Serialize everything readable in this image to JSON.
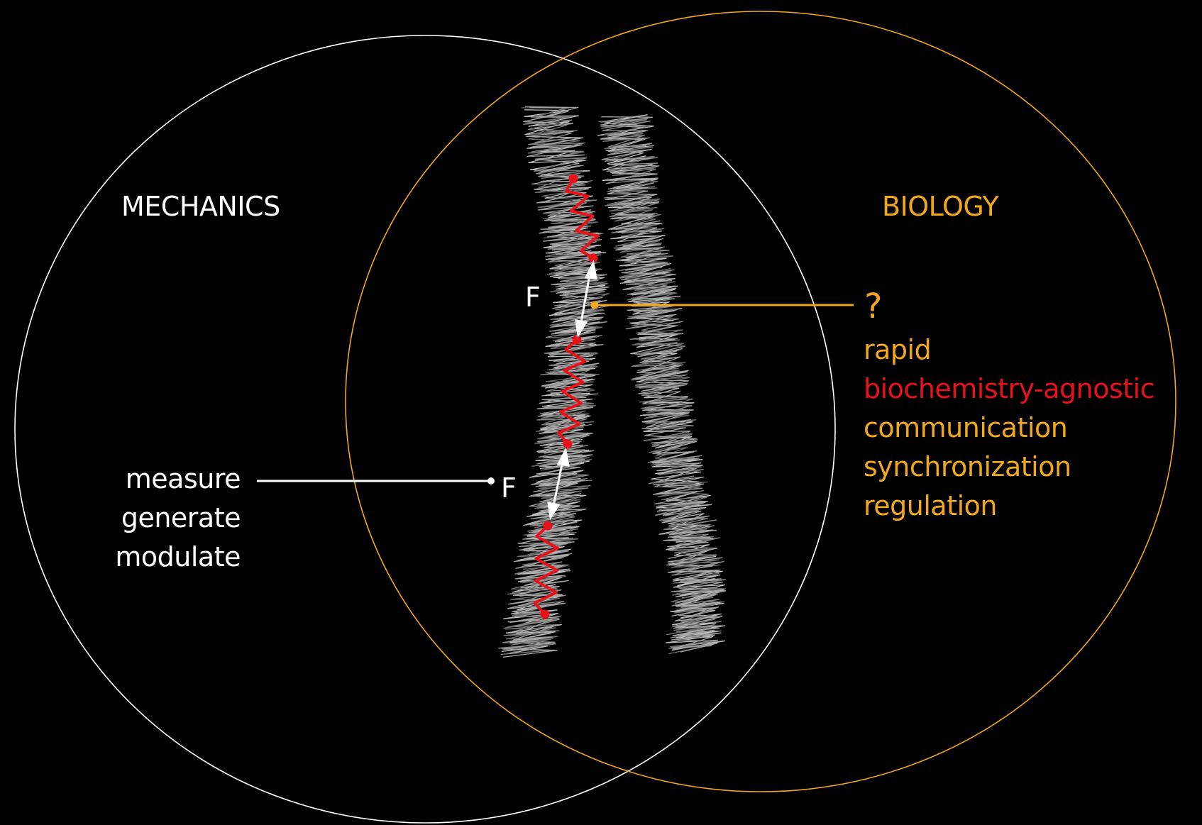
{
  "colors": {
    "background": "#000000",
    "mechanics": "#ffffff",
    "biology": "#f2a81d",
    "spring": "#e8121a",
    "fiber": "#9a9a9a",
    "highlight": "#e8121a"
  },
  "sets": {
    "mechanics": {
      "label": "MECHANICS"
    },
    "biology": {
      "label": "BIOLOGY"
    }
  },
  "force": {
    "upper_label": "F",
    "lower_label": "F"
  },
  "mechanics_verbs": [
    "measure",
    "generate",
    "modulate"
  ],
  "biology_question": {
    "mark": "?",
    "lines": [
      "rapid",
      "biochemistry-agnostic",
      "communication",
      "synchronization",
      "regulation"
    ],
    "highlighted_line_index": 1
  },
  "icons": [
    "mechanics-circle",
    "biology-circle",
    "fiber-bundle",
    "spring-chain",
    "force-arrow"
  ]
}
